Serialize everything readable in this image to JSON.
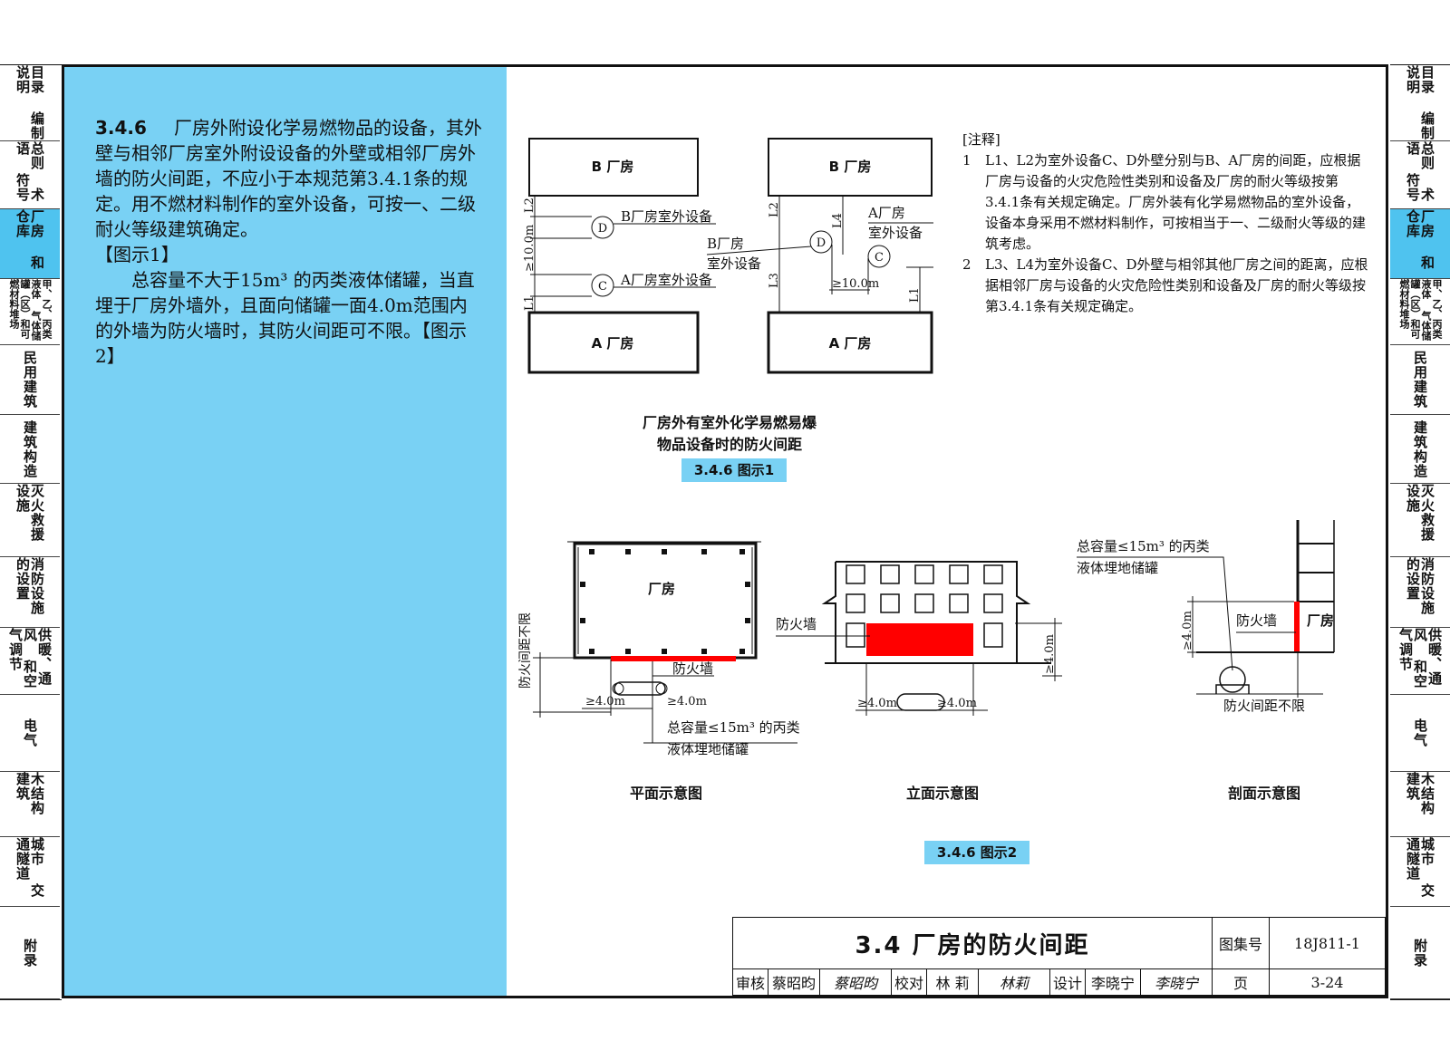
{
  "sidebar": {
    "items": [
      {
        "label": "目录 编制说明",
        "active": false
      },
      {
        "label": "总则 术语 符号",
        "active": false
      },
      {
        "label": "厂房 和仓库",
        "active": true
      },
      {
        "label": "甲、乙、丙类液体 气体储罐（区）和可燃材料堆场",
        "active": false
      },
      {
        "label": "民用建筑",
        "active": false
      },
      {
        "label": "建筑构造",
        "active": false
      },
      {
        "label": "灭火救援 设施",
        "active": false
      },
      {
        "label": "消防设施 的设置",
        "active": false
      },
      {
        "label": "供暖、通风 和空气调节",
        "active": false
      },
      {
        "label": "电气",
        "active": false
      },
      {
        "label": "木结构 建筑",
        "active": false
      },
      {
        "label": "城市 交通隧道",
        "active": false
      },
      {
        "label": "附录",
        "active": false
      }
    ]
  },
  "text": {
    "section_no": "3.4.6",
    "clause": "厂房外附设化学易燃物品的设备，其外壁与相邻厂房室外附设设备的外壁或相邻厂房外墙的防火间距，不应小于本规范第3.4.1条的规定。用不燃材料制作的室外设备，可按一、二级耐火等级建筑确定。",
    "fig1_ref": "【图示1】",
    "para2": "总容量不大于15m³ 的丙类液体储罐，当直埋于厂房外墙外，且面向储罐一面4.0m范围内的外墙为防火墙时，其防火间距可不限。",
    "fig2_ref": "【图示2】"
  },
  "fig1": {
    "building_b": "B 厂房",
    "building_a": "A 厂房",
    "eq_d": "D",
    "eq_c": "C",
    "label_b_eq": "B厂房室外设备",
    "label_a_eq": "A厂房室外设备",
    "label_b_eq_1": "B厂房",
    "label_b_eq_2": "室外设备",
    "label_a_eq_1": "A厂房",
    "label_a_eq_2": "室外设备",
    "dim_l1": "L1",
    "dim_l2": "L2",
    "dim_l3": "L3",
    "dim_l4": "L4",
    "dim_10": "≥10.0m",
    "caption_1": "厂房外有室外化学易燃易爆",
    "caption_2": "物品设备时的防火间距",
    "badge": "3.4.6 图示1"
  },
  "notes": {
    "title": "[注释]",
    "items": [
      {
        "num": "1",
        "text": "L1、L2为室外设备C、D外壁分别与B、A厂房的间距，应根据厂房与设备的火灾危险性类别和设备及厂房的耐火等级按第3.4.1条有关规定确定。厂房外装有化学易燃物品的室外设备，设备本身采用不燃材料制作，可按相当于一、二级耐火等级的建筑考虑。"
      },
      {
        "num": "2",
        "text": "L3、L4为室外设备C、D外壁与相邻其他厂房之间的距离，应根据相邻厂房与设备的火灾危险性类别和设备及厂房的耐火等级按第3.4.1条有关规定确定。"
      }
    ]
  },
  "fig2": {
    "plan_factory": "厂房",
    "plan_firewall": "防火墙",
    "plan_nolimit": "防火间距不限",
    "dim_4": "≥4.0m",
    "tank_1": "总容量≤15m³ 的丙类",
    "tank_2": "液体埋地储罐",
    "elev_firewall": "防火墙",
    "sect_firewall": "防火墙",
    "sect_factory": "厂房",
    "sect_nolimit": "防火间距不限",
    "caption_plan": "平面示意图",
    "caption_elev": "立面示意图",
    "caption_sect": "剖面示意图",
    "badge": "3.4.6 图示2"
  },
  "titleblock": {
    "title": "3.4 厂房的防火间距",
    "atlas_label": "图集号",
    "atlas_no": "18J811-1",
    "review_label": "审核",
    "reviewer": "蔡昭昀",
    "review_sig": "蔡昭昀",
    "check_label": "校对",
    "checker": "林 莉",
    "check_sig": "林莉",
    "design_label": "设计",
    "designer": "李晓宁",
    "design_sig": "李晓宁",
    "page_label": "页",
    "page_no": "3-24"
  },
  "colors": {
    "accent_blue": "#79d1f4",
    "tab_active": "#4fc3ef",
    "firewall_red": "#ff0000"
  }
}
